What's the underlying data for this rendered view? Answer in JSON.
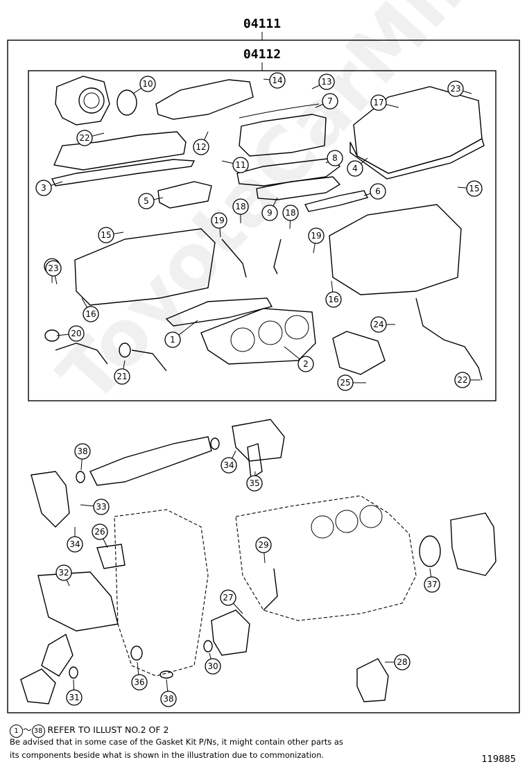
{
  "assembly": {
    "kit_number": "04111",
    "sub_kit_number": "04112"
  },
  "callouts": [
    {
      "label": "1"
    },
    {
      "label": "2"
    },
    {
      "label": "3"
    },
    {
      "label": "4"
    },
    {
      "label": "5"
    },
    {
      "label": "6"
    },
    {
      "label": "7"
    },
    {
      "label": "8"
    },
    {
      "label": "9"
    },
    {
      "label": "10"
    },
    {
      "label": "11"
    },
    {
      "label": "12"
    },
    {
      "label": "13"
    },
    {
      "label": "14"
    },
    {
      "label": "15"
    },
    {
      "label": "15"
    },
    {
      "label": "16"
    },
    {
      "label": "16"
    },
    {
      "label": "17"
    },
    {
      "label": "18"
    },
    {
      "label": "18"
    },
    {
      "label": "19"
    },
    {
      "label": "19"
    },
    {
      "label": "20"
    },
    {
      "label": "20"
    },
    {
      "label": "21"
    },
    {
      "label": "22"
    },
    {
      "label": "22"
    },
    {
      "label": "23"
    },
    {
      "label": "23"
    },
    {
      "label": "24"
    },
    {
      "label": "25"
    },
    {
      "label": "26"
    },
    {
      "label": "27"
    },
    {
      "label": "28"
    },
    {
      "label": "29"
    },
    {
      "label": "30"
    },
    {
      "label": "31"
    },
    {
      "label": "32"
    },
    {
      "label": "33"
    },
    {
      "label": "34"
    },
    {
      "label": "34"
    },
    {
      "label": "35"
    },
    {
      "label": "36"
    },
    {
      "label": "37"
    },
    {
      "label": "38"
    },
    {
      "label": "38"
    }
  ],
  "footer": {
    "range_start": "1",
    "range_sep": "～",
    "range_end": "38",
    "refer_text": "REFER TO ILLUST NO.2 OF 2",
    "note_line1": "Be advised that in some case of the Gasket Kit P/Ns,  it might contain other parts as",
    "note_line2": "its components beside what is shown in the illustration due to commonization."
  },
  "illustration_id": "119885",
  "watermark": "ToyotaCarMine.ru"
}
